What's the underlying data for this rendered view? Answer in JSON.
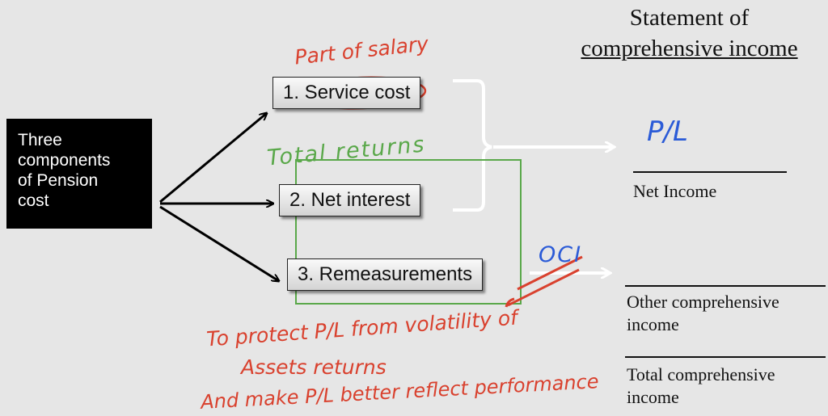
{
  "main_box": {
    "text": "Three\ncomponents\nof Pension\ncost"
  },
  "components": [
    {
      "label": "1. Service cost"
    },
    {
      "label": "2. Net interest"
    },
    {
      "label": "3. Remeasurements"
    }
  ],
  "statement": {
    "title": "Statement of",
    "subtitle": "comprehensive  income",
    "net_income": "Net Income",
    "oci": "Other comprehensive\nincome",
    "total": "Total comprehensive\nincome"
  },
  "annotations": {
    "part_of_salary": "Part of salary",
    "total_returns": "Total returns",
    "pl": "P/L",
    "oci": "OCI",
    "protect_line1": "To protect P/L from volatility of",
    "protect_line2": "Assets returns",
    "protect_line3": "And make P/L better reflect performance"
  },
  "colors": {
    "red_ink": "#d9412e",
    "green_ink": "#5aa84a",
    "blue_ink": "#2b5bd7",
    "black_box": "#000000"
  }
}
